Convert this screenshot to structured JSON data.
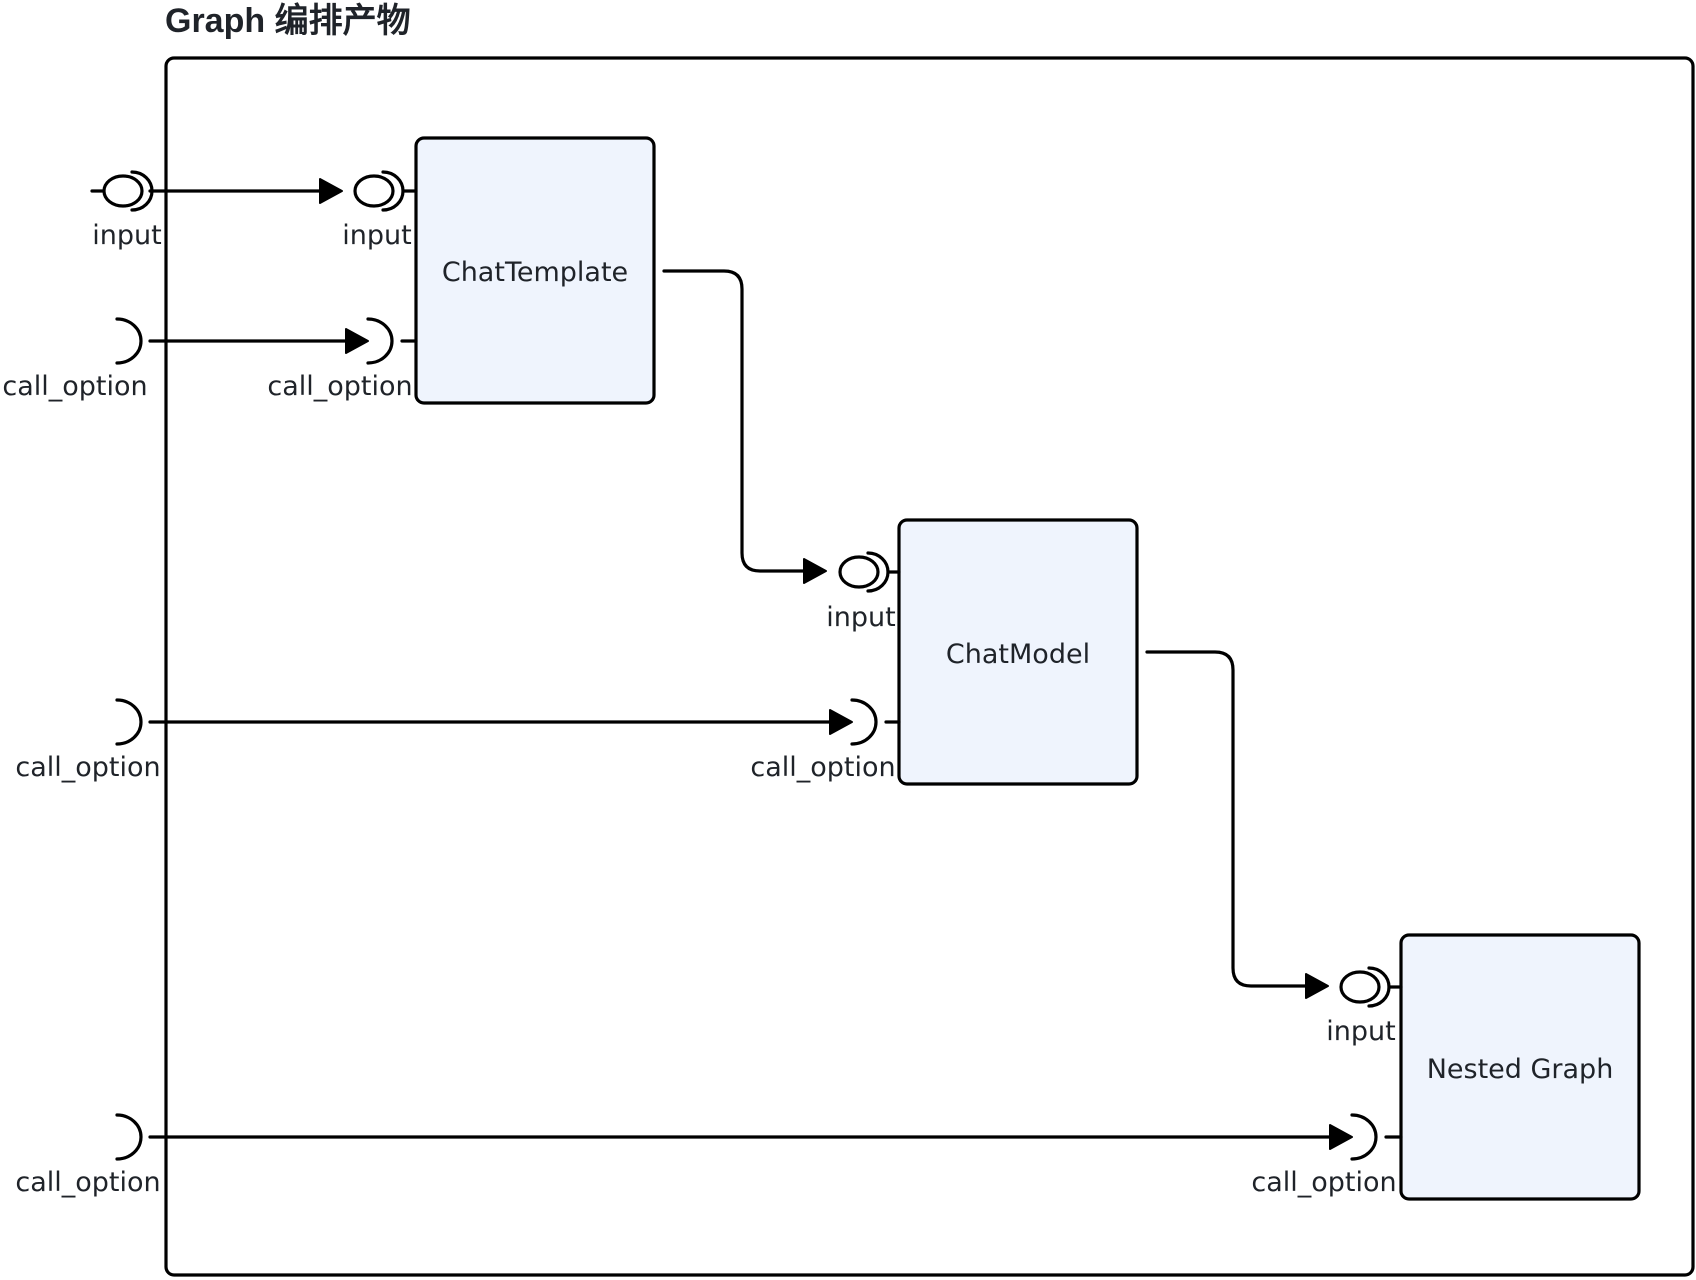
{
  "title": "Graph 编排产物",
  "colors": {
    "node_fill": "#eff4fd",
    "line": "#000000",
    "text": "#1f2329"
  },
  "graph_ports": {
    "input": "input",
    "call_option_1": "call_option",
    "call_option_2": "call_option",
    "call_option_3": "call_option"
  },
  "nodes": {
    "chat_template": {
      "label": "ChatTemplate",
      "input_label": "input",
      "call_option_label": "call_option"
    },
    "chat_model": {
      "label": "ChatModel",
      "input_label": "input",
      "call_option_label": "call_option"
    },
    "nested_graph": {
      "label": "Nested Graph",
      "input_label": "input",
      "call_option_label": "call_option"
    }
  }
}
